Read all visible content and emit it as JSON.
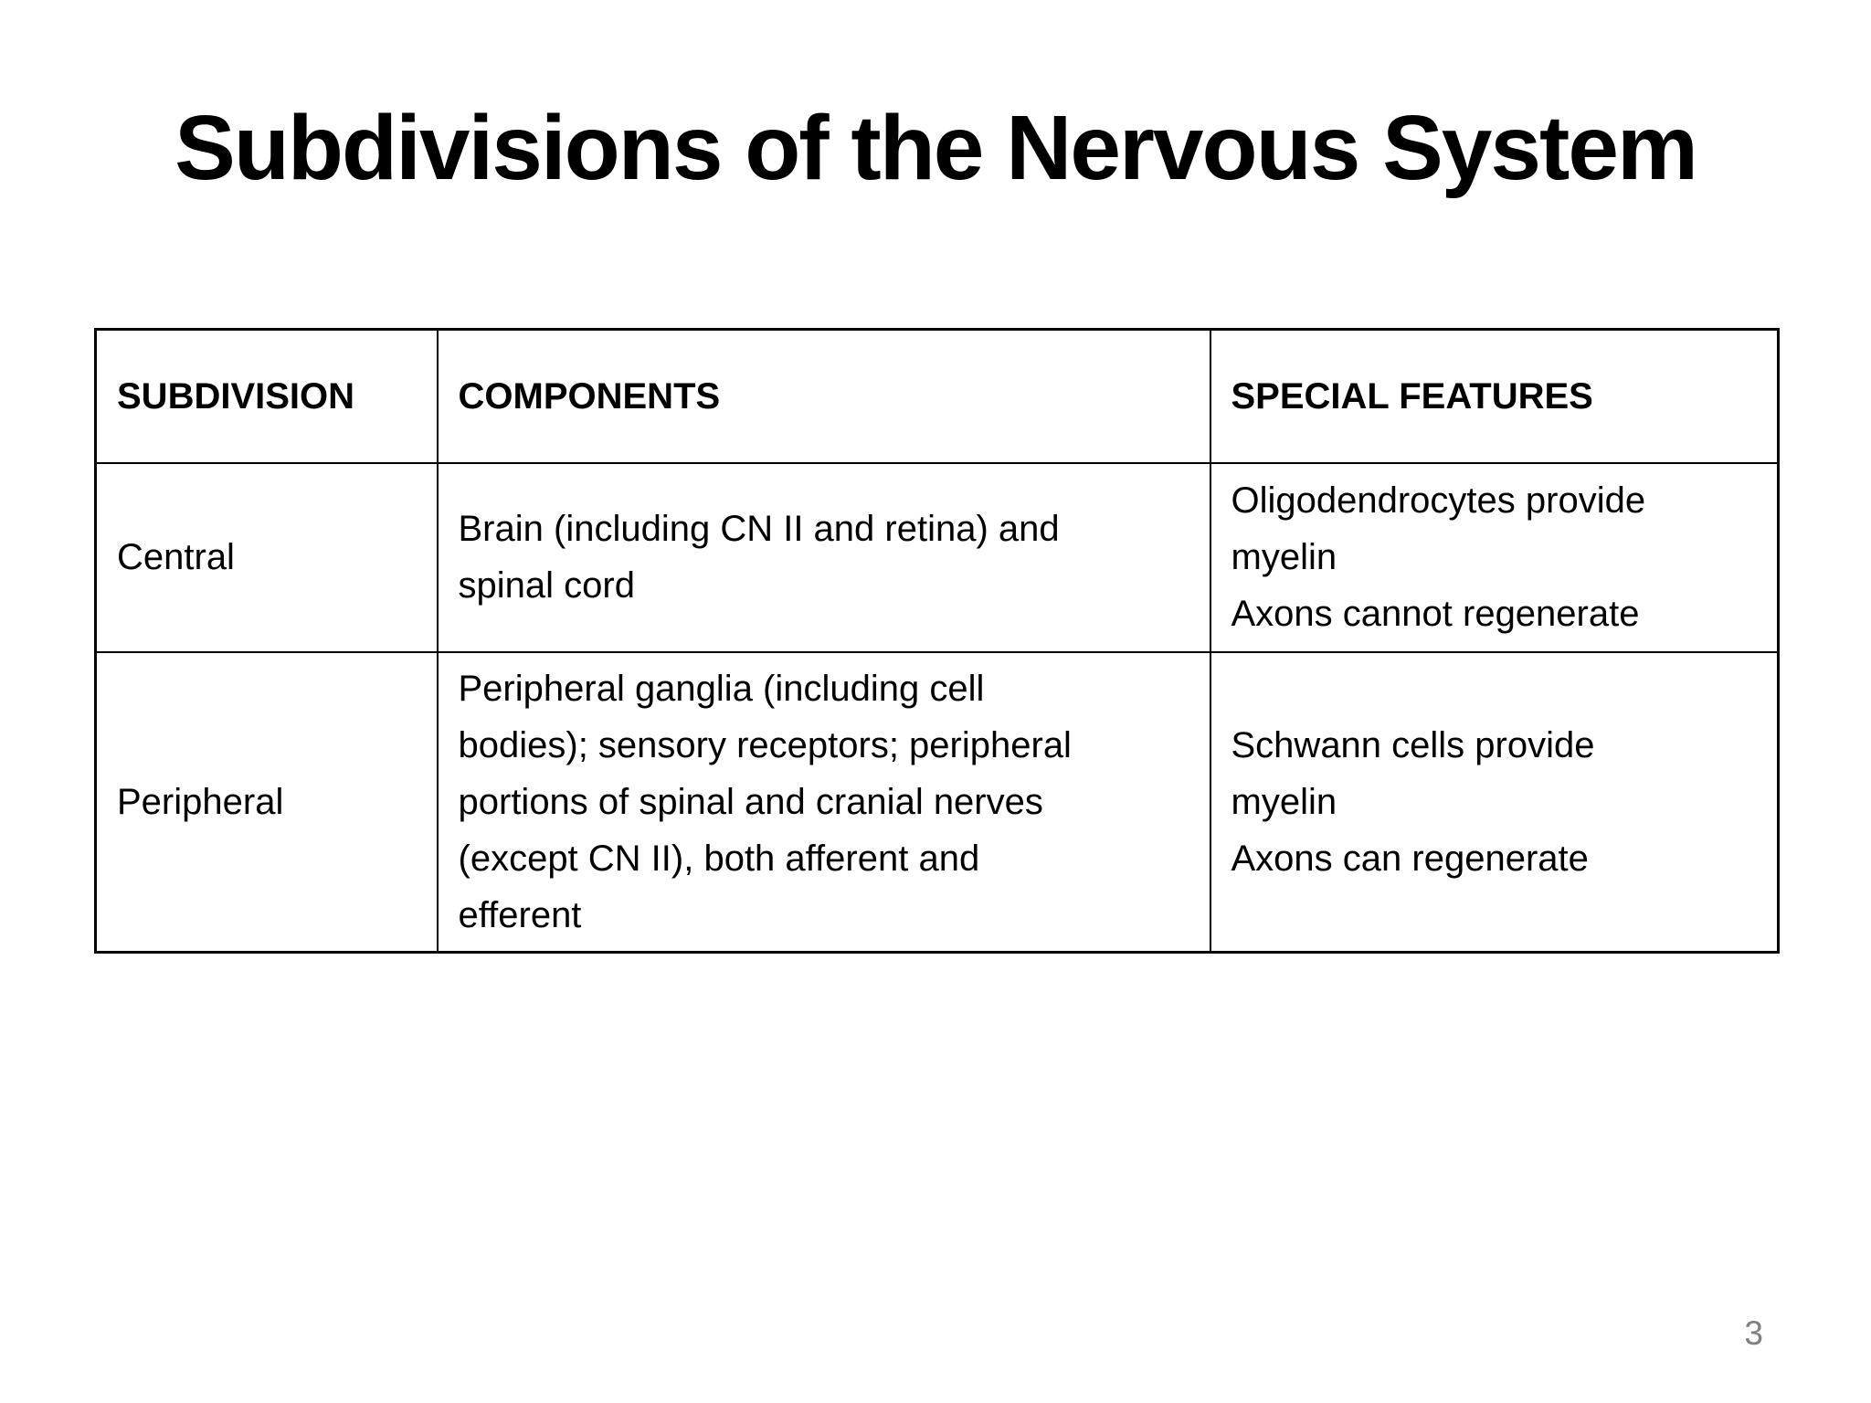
{
  "slide": {
    "title": "Subdivisions of the Nervous System",
    "page_number": "3"
  },
  "table": {
    "headers": [
      "SUBDIVISION",
      "COMPONENTS",
      "SPECIAL FEATURES"
    ],
    "rows": [
      {
        "subdivision": "Central",
        "components": "Brain (including CN II and retina) and\nspinal cord",
        "special_features": "Oligodendrocytes provide\nmyelin\nAxons cannot regenerate"
      },
      {
        "subdivision": "Peripheral",
        "components": "Peripheral ganglia (including cell\nbodies); sensory receptors; peripheral\nportions of spinal and cranial nerves\n(except CN II), both afferent and\nefferent",
        "special_features": "Schwann cells provide\nmyelin\nAxons can regenerate"
      }
    ]
  },
  "colors": {
    "background": "#ffffff",
    "text": "#000000",
    "table_border": "#000000",
    "page_number": "#7f7f7f"
  }
}
